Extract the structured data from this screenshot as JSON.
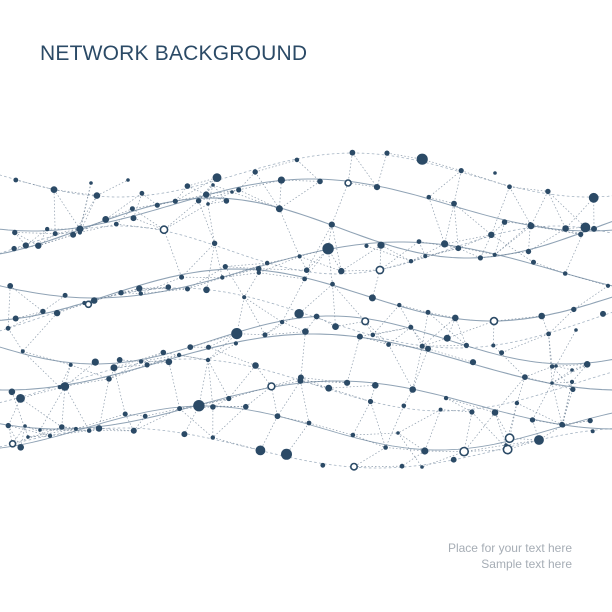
{
  "heading": {
    "title": "NETWORK BACKGROUND"
  },
  "caption": {
    "line1": "Place for your text here",
    "line2": "Sample text here"
  },
  "colors": {
    "background": "#ffffff",
    "title": "#2b4a66",
    "node": "#2b4a66",
    "wave_line": "#7d93a8",
    "link_line": "#6f8296",
    "caption": "#a6adb5"
  },
  "artwork": {
    "type": "network-mesh-illustration",
    "elements": [
      "wave-lines",
      "dotted-links",
      "filled-nodes",
      "ring-nodes"
    ]
  }
}
